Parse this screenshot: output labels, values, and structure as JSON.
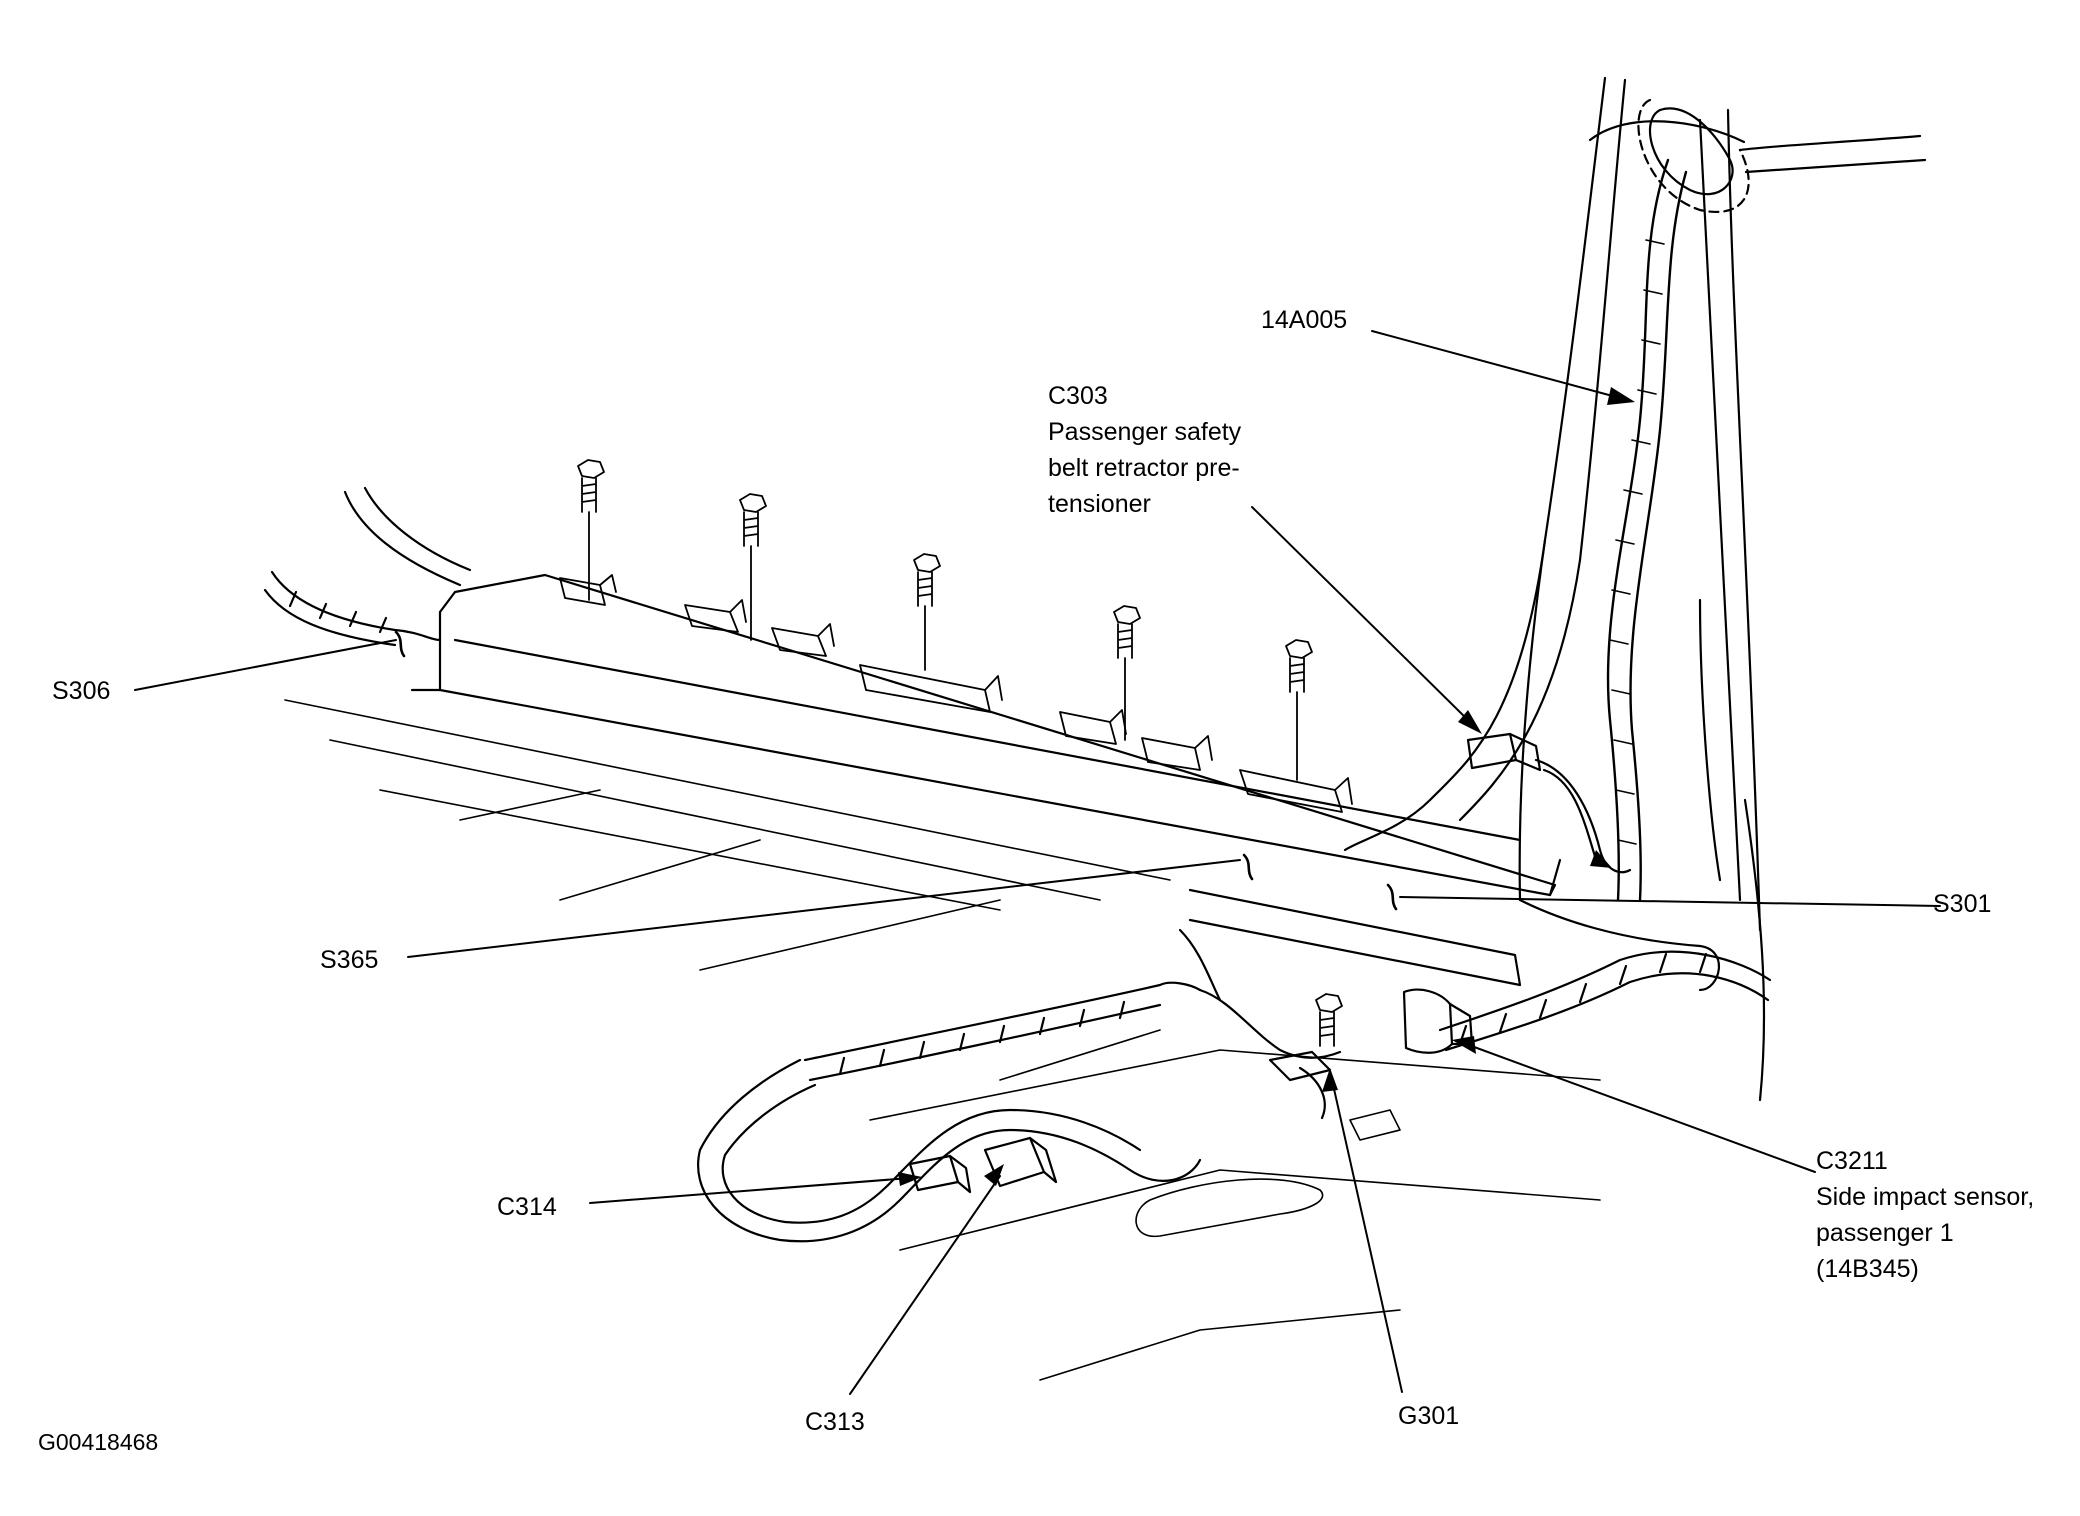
{
  "figure_id": "G00418468",
  "callouts": {
    "c14a005": [
      "14A005"
    ],
    "c303": [
      "C303",
      "Passenger safety",
      "belt retractor pre-",
      "tensioner"
    ],
    "s306": [
      "S306"
    ],
    "s301": [
      "S301"
    ],
    "s365": [
      "S365"
    ],
    "c3211": [
      "C3211",
      "Side impact sensor,",
      "passenger 1",
      "(14B345)"
    ],
    "c314": [
      "C314"
    ],
    "c313": [
      "C313"
    ],
    "g301": [
      "G301"
    ]
  }
}
